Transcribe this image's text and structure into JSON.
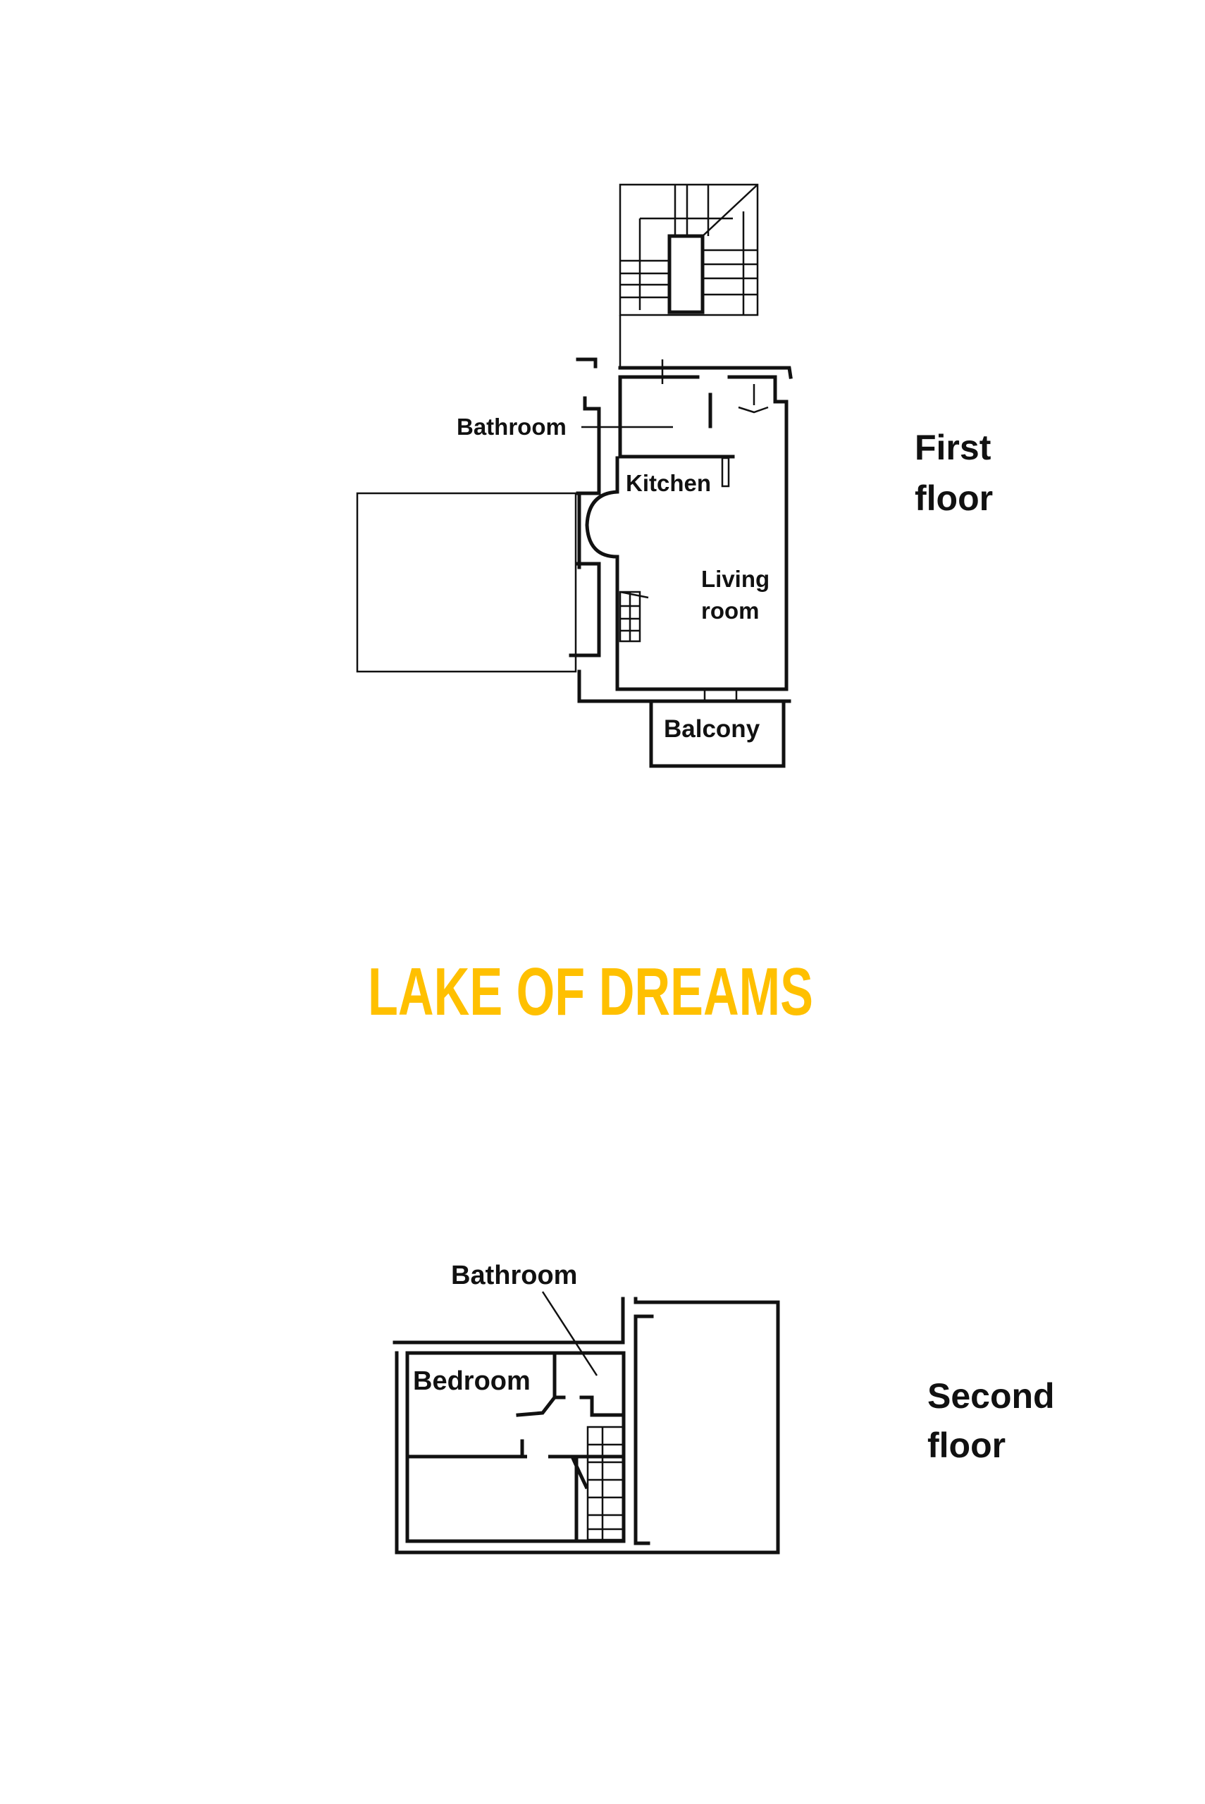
{
  "title": "LAKE OF DREAMS",
  "colors": {
    "title": "#FFC000",
    "lines": "#111111"
  },
  "first_floor": {
    "heading_line1": "First",
    "heading_line2": "floor",
    "rooms": {
      "bathroom": "Bathroom",
      "kitchen": "Kitchen",
      "living_line1": "Living",
      "living_line2": "room",
      "balcony": "Balcony"
    }
  },
  "second_floor": {
    "heading_line1": "Second",
    "heading_line2": "floor",
    "rooms": {
      "bathroom": "Bathroom",
      "bedroom": "Bedroom"
    }
  }
}
